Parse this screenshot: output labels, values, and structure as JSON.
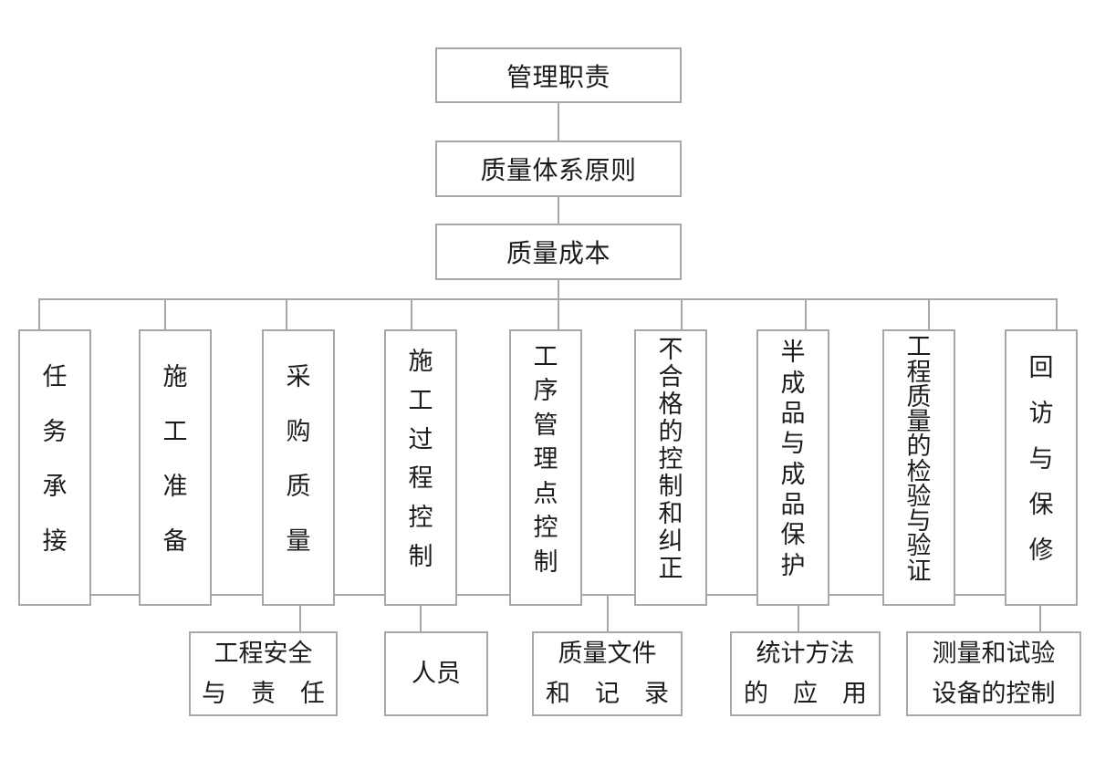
{
  "colors": {
    "line": "#a7a7a7",
    "text": "#1c1c1c",
    "background": "#ffffff"
  },
  "top_chain": [
    {
      "label": "管理职责"
    },
    {
      "label": "质量体系原则"
    },
    {
      "label": "质量成本"
    }
  ],
  "columns": [
    {
      "label": "任务承接"
    },
    {
      "label": "施工准备"
    },
    {
      "label": "采购质量"
    },
    {
      "label": "施工过程控制"
    },
    {
      "label": "工序管理点控制"
    },
    {
      "label": "不合格的控制和纠正"
    },
    {
      "label": "半成品与成品保护"
    },
    {
      "label": "工程质量的检验与验证"
    },
    {
      "label": "回访与保修"
    }
  ],
  "bottom_boxes": [
    {
      "line1": "工程安全",
      "line2": "与　责　任"
    },
    {
      "line1": "人员",
      "line2": ""
    },
    {
      "line1": "质量文件",
      "line2": "和　记　录"
    },
    {
      "line1": "统计方法",
      "line2": "的　应　用"
    },
    {
      "line1": "测量和试验",
      "line2": "设备的控制"
    }
  ]
}
